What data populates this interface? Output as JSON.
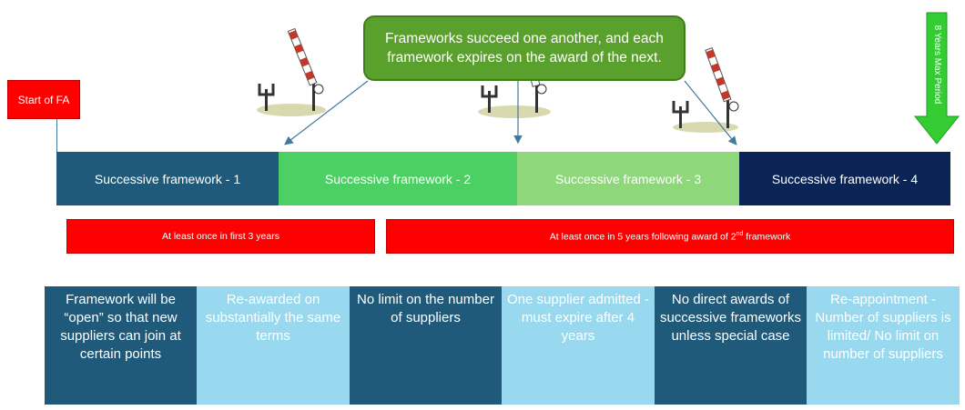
{
  "start_label": "Start of FA",
  "callout_text": "Frameworks succeed one another, and each framework expires on the award of the next.",
  "max_period_label": "8 Years Max Period",
  "frameworks": [
    "Successive framework - 1",
    "Successive framework - 2",
    "Successive framework - 3",
    "Successive framework - 4"
  ],
  "requirements": {
    "first": "At least once in first 3 years",
    "second_pre": "At least once in 5 years following award of 2",
    "second_sup": "nd",
    "second_post": " framework"
  },
  "cards": [
    "Framework will be “open” so that new suppliers can join at certain points",
    "Re-awarded on substantially the same terms",
    "No limit on the number of suppliers",
    "One supplier admitted - must expire after 4 years",
    "No direct awards of successive frameworks unless special case",
    "Re-appointment - Number of suppliers is limited/ No limit on number of suppliers"
  ],
  "colors": {
    "dark_blue": "#1f5a7a",
    "light_blue": "#99d9ef",
    "green": "#4dd063",
    "light_green": "#8ed77b",
    "navy": "#0a2455",
    "red": "#ff0000",
    "callout_green": "#5aa02c",
    "arrow_green": "#33cc33"
  },
  "icons": [
    "race-start-barrier-icon",
    "race-start-barrier-icon",
    "race-start-barrier-icon",
    "down-arrow-icon"
  ]
}
